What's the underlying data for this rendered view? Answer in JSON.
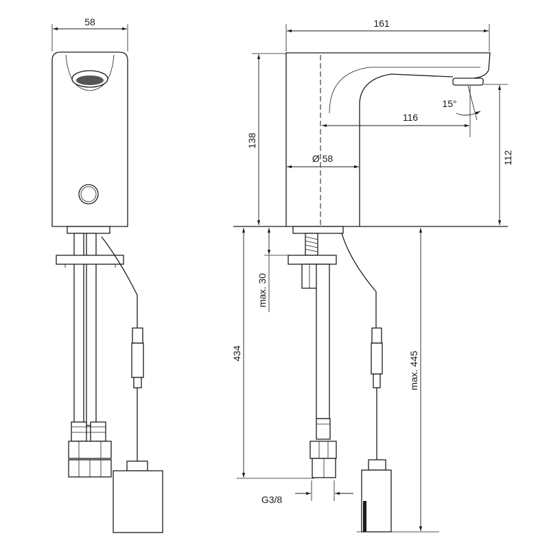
{
  "drawing": {
    "front_view": {
      "width_label": "58"
    },
    "side_view": {
      "length_label": "161",
      "height_label": "138",
      "reach_label": "116",
      "angle_label": "15°",
      "diameter_label": "Ø 58",
      "spout_height_label": "112",
      "max_thickness_label": "max. 30",
      "pipe_length_label": "434",
      "max_length_label": "max. 445",
      "thread_label": "G3/8"
    }
  }
}
